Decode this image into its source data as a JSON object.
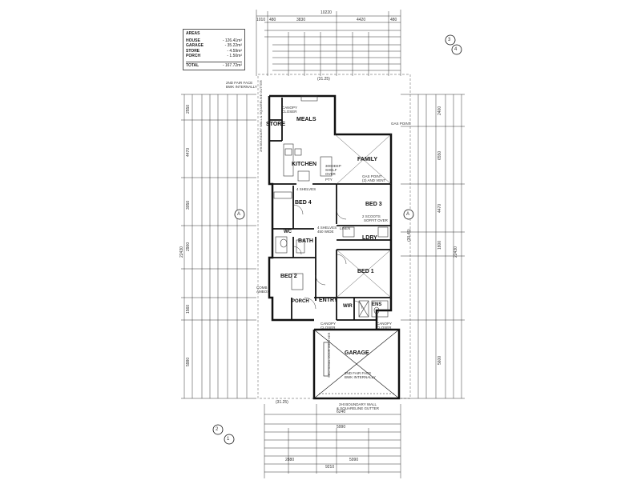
{
  "areas": {
    "title": "AREAS",
    "rows": [
      {
        "label": "HOUSE",
        "value": "- 126.41m²"
      },
      {
        "label": "GARAGE",
        "value": "- 35.22m²"
      },
      {
        "label": "STORE",
        "value": "- 4.59m²"
      },
      {
        "label": "PORCH",
        "value": "- 1.50m²"
      }
    ],
    "total": {
      "label": "TOTAL",
      "value": "- 167.72m²"
    }
  },
  "rooms": {
    "meals": "MEALS",
    "store": "STORE",
    "kitchen": "KITCHEN",
    "family": "FAMILY",
    "bed4": "BED 4",
    "bed3": "BED 3",
    "bed2": "BED 2",
    "bed1": "BED 1",
    "bath": "BATH",
    "wc": "WC",
    "lndry": "LDRY",
    "entry": "ENTRY",
    "porch": "PORCH",
    "wir": "WIR",
    "ens": "ENS",
    "garage": "GARAGE"
  },
  "notes": {
    "top_face": "2ND FAIR FACE\nBWK INTERNALLY",
    "garage_face": "2ND FAIR FACE\nBWK INTERNALLY",
    "boundary_bottom": "2Ht BOUNDARY WALL\n& SQUARELINE GUTTER",
    "boundary_left": "2Ht BOUNDARY WALL & SQUARELINE GUTTER",
    "canopy_closer_top": "CANOPY\nCLOSER",
    "canopy_closer_left": "CANOPY\nCLOSER",
    "canopy_closer_right": "CANOPY\nCLOSER",
    "gas_point_top": "GAS POINT",
    "gas_point_mid": "GAS POINT\n(2) AND VENT",
    "four_shelves": "4 SHELVES",
    "four_shelves_linen": "4 SHELVES\n450 WIDE",
    "shelf_over": "300DEEP\nSHELF\nOVER",
    "sectional_door": "SECTIONAL DOOR\nWEATHER",
    "comb_ambox": "COMB\nAMBOX",
    "linen": "LINEN",
    "pty": "PTY",
    "scooter": "2 SCOOTS",
    "soffit": "SOFFIT OVER"
  },
  "marks": {
    "top_section": [
      "3",
      "4"
    ],
    "bottom_section": [
      "2",
      "1"
    ],
    "section_a": "A"
  },
  "dims": {
    "top_overall": "10220",
    "top_left_inner": "3830",
    "top_right_inner": "4420",
    "top_left_end": "1010",
    "top_left_end2": "480",
    "top_right_end": "480",
    "bottom_overall": "9210",
    "bottom_left": "2880",
    "bottom_right": "5990",
    "bottom_inner": "6240",
    "bottom_inner2": "5990",
    "left_overall": "22430",
    "right_overall": "22430",
    "left_seg": [
      "2550",
      "4470",
      "3050",
      "2900",
      "1560",
      "5980"
    ],
    "right_seg": [
      "2400",
      "6550",
      "4470",
      "1800",
      "5600"
    ],
    "level_top": "(31.25)",
    "level_bottom": "(31.25)",
    "level_right": "(30.45)"
  }
}
